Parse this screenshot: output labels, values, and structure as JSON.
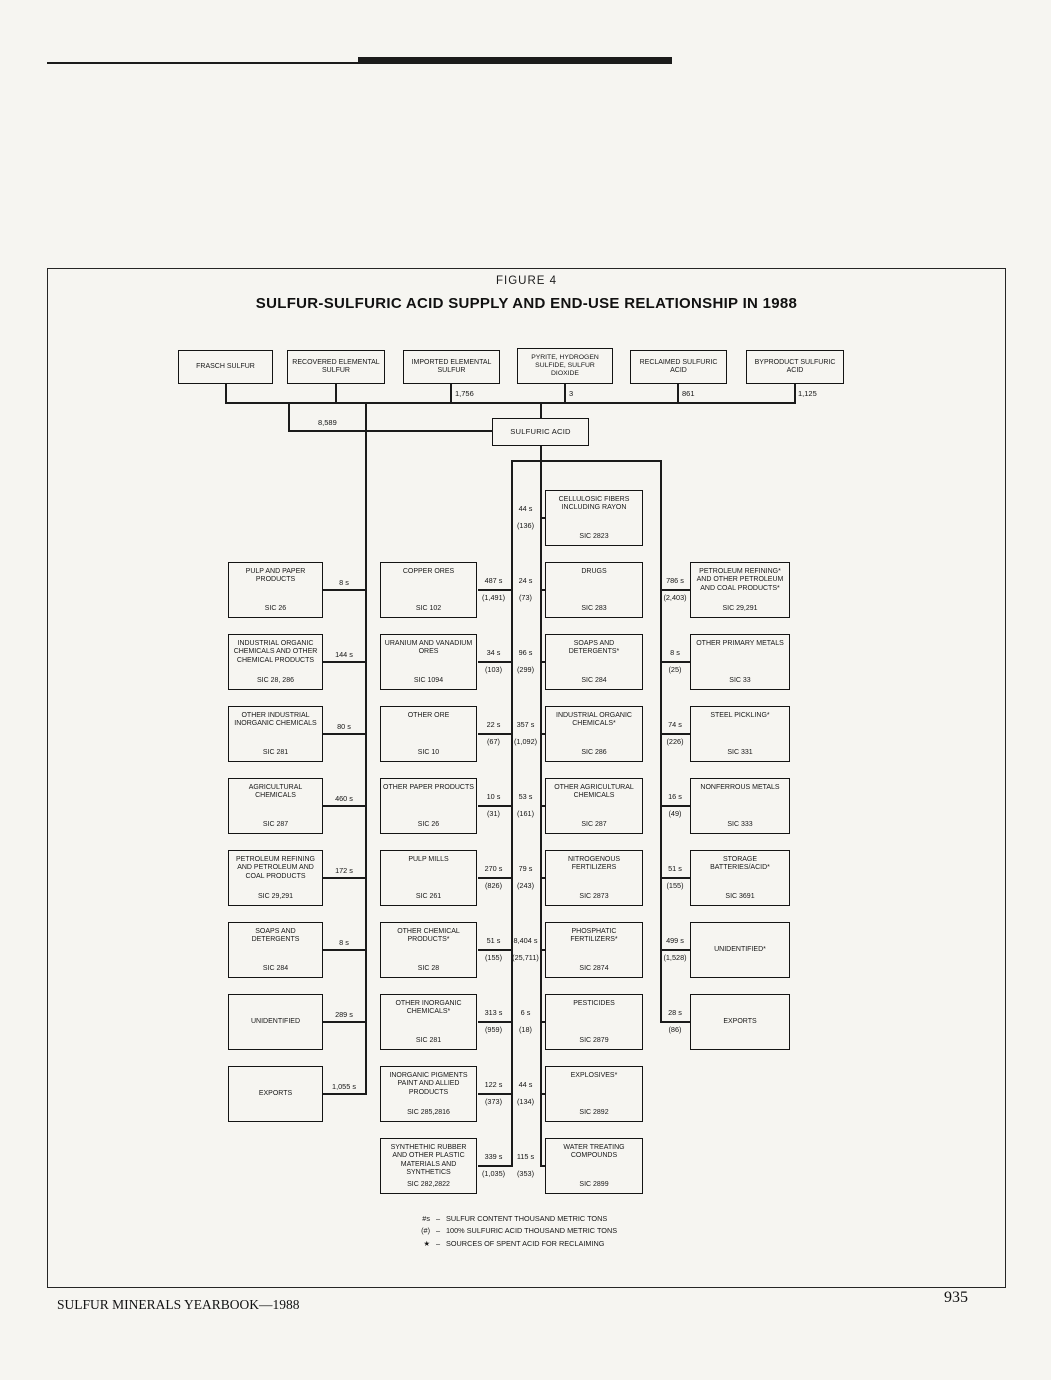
{
  "page": {
    "footer_left": "SULFUR MINERALS YEARBOOK—1988",
    "page_number": "935"
  },
  "figure": {
    "label": "FIGURE 4",
    "title": "SULFUR-SULFURIC ACID SUPPLY AND END-USE RELATIONSHIP IN 1988"
  },
  "sources": [
    {
      "title": "FRASCH SULFUR",
      "flow": ""
    },
    {
      "title": "RECOVERED ELEMENTAL SULFUR",
      "flow": ""
    },
    {
      "title": "IMPORTED ELEMENTAL SULFUR",
      "flow": "1,756"
    },
    {
      "title": "PYRITE, HYDROGEN SULFIDE, SULFUR DIOXIDE",
      "flow": "3"
    },
    {
      "title": "RECLAIMED SULFURIC ACID",
      "flow": "861"
    },
    {
      "title": "BYPRODUCT SULFURIC ACID",
      "flow": "1,125"
    }
  ],
  "acid_plant": {
    "title": "SULFURIC ACID",
    "elemental_feed": "8,589"
  },
  "columns": {
    "elemental_uses": [
      {
        "title": "PULP AND PAPER PRODUCTS",
        "sic": "SIC 26",
        "sulfur": "8 s"
      },
      {
        "title": "INDUSTRIAL ORGANIC CHEMICALS AND OTHER CHEMICAL PRODUCTS",
        "sic": "SIC 28, 286",
        "sulfur": "144 s"
      },
      {
        "title": "OTHER INDUSTRIAL INORGANIC CHEMICALS",
        "sic": "SIC 281",
        "sulfur": "80 s"
      },
      {
        "title": "AGRICULTURAL CHEMICALS",
        "sic": "SIC 287",
        "sulfur": "460 s"
      },
      {
        "title": "PETROLEUM REFINING AND PETROLEUM AND COAL PRODUCTS",
        "sic": "SIC 29,291",
        "sulfur": "172 s"
      },
      {
        "title": "SOAPS AND DETERGENTS",
        "sic": "SIC 284",
        "sulfur": "8 s"
      },
      {
        "title": "UNIDENTIFIED",
        "sic": "",
        "sulfur": "289 s"
      },
      {
        "title": "EXPORTS",
        "sic": "",
        "sulfur": "1,055 s"
      }
    ],
    "acid_uses_inner_left": [
      {
        "title": "COPPER ORES",
        "sic": "SIC 102",
        "sulfur": "487 s",
        "acid": "(1,491)"
      },
      {
        "title": "URANIUM AND VANADIUM ORES",
        "sic": "SIC 1094",
        "sulfur": "34 s",
        "acid": "(103)"
      },
      {
        "title": "OTHER ORE",
        "sic": "SIC 10",
        "sulfur": "22 s",
        "acid": "(67)"
      },
      {
        "title": "OTHER PAPER PRODUCTS",
        "sic": "SIC 26",
        "sulfur": "10 s",
        "acid": "(31)"
      },
      {
        "title": "PULP MILLS",
        "sic": "SIC 261",
        "sulfur": "270 s",
        "acid": "(826)"
      },
      {
        "title": "OTHER CHEMICAL PRODUCTS*",
        "sic": "SIC 28",
        "sulfur": "51 s",
        "acid": "(155)"
      },
      {
        "title": "OTHER INORGANIC CHEMICALS*",
        "sic": "SIC 281",
        "sulfur": "313 s",
        "acid": "(959)"
      },
      {
        "title": "INORGANIC PIGMENTS PAINT AND ALLIED PRODUCTS",
        "sic": "SIC 285,2816",
        "sulfur": "122 s",
        "acid": "(373)"
      },
      {
        "title": "SYNTHETHIC RUBBER AND OTHER PLASTIC MATERIALS AND SYNTHETICS",
        "sic": "SIC 282,2822",
        "sulfur": "339 s",
        "acid": "(1,035)"
      }
    ],
    "acid_uses_inner_right": [
      {
        "title": "CELLULOSIC FIBERS INCLUDING RAYON",
        "sic": "SIC 2823",
        "sulfur": "44 s",
        "acid": "(136)"
      },
      {
        "title": "DRUGS",
        "sic": "SIC 283",
        "sulfur": "24 s",
        "acid": "(73)"
      },
      {
        "title": "SOAPS AND DETERGENTS*",
        "sic": "SIC 284",
        "sulfur": "96 s",
        "acid": "(299)"
      },
      {
        "title": "INDUSTRIAL ORGANIC CHEMICALS*",
        "sic": "SIC 286",
        "sulfur": "357 s",
        "acid": "(1,092)"
      },
      {
        "title": "OTHER AGRICULTURAL CHEMICALS",
        "sic": "SIC 287",
        "sulfur": "53 s",
        "acid": "(161)"
      },
      {
        "title": "NITROGENOUS FERTILIZERS",
        "sic": "SIC 2873",
        "sulfur": "79 s",
        "acid": "(243)"
      },
      {
        "title": "PHOSPHATIC FERTILIZERS*",
        "sic": "SIC 2874",
        "sulfur": "8,404 s",
        "acid": "(25,711)"
      },
      {
        "title": "PESTICIDES",
        "sic": "SIC 2879",
        "sulfur": "6 s",
        "acid": "(18)"
      },
      {
        "title": "EXPLOSIVES*",
        "sic": "SIC 2892",
        "sulfur": "44 s",
        "acid": "(134)"
      },
      {
        "title": "WATER TREATING COMPOUNDS",
        "sic": "SIC 2899",
        "sulfur": "115 s",
        "acid": "(353)"
      }
    ],
    "acid_uses_outer_right": [
      {
        "title": "PETROLEUM REFINING* AND OTHER PETROLEUM AND COAL PRODUCTS*",
        "sic": "SIC 29,291",
        "sulfur": "786 s",
        "acid": "(2,403)"
      },
      {
        "title": "OTHER PRIMARY METALS",
        "sic": "SIC 33",
        "sulfur": "8 s",
        "acid": "(25)"
      },
      {
        "title": "STEEL PICKLING*",
        "sic": "SIC 331",
        "sulfur": "74 s",
        "acid": "(226)"
      },
      {
        "title": "NONFERROUS METALS",
        "sic": "SIC 333",
        "sulfur": "16 s",
        "acid": "(49)"
      },
      {
        "title": "STORAGE BATTERIES/ACID*",
        "sic": "SIC 3691",
        "sulfur": "51 s",
        "acid": "(155)"
      },
      {
        "title": "UNIDENTIFIED*",
        "sic": "",
        "sulfur": "499 s",
        "acid": "(1,528)"
      },
      {
        "title": "EXPORTS",
        "sic": "",
        "sulfur": "28 s",
        "acid": "(86)"
      }
    ]
  },
  "legend": [
    {
      "symbol": "#s",
      "separator": "–",
      "text": "SULFUR CONTENT THOUSAND METRIC TONS"
    },
    {
      "symbol": "(#)",
      "separator": "–",
      "text": "100% SULFURIC ACID THOUSAND METRIC TONS"
    },
    {
      "symbol": "★",
      "separator": "–",
      "text": "SOURCES OF SPENT ACID FOR RECLAIMING"
    }
  ]
}
